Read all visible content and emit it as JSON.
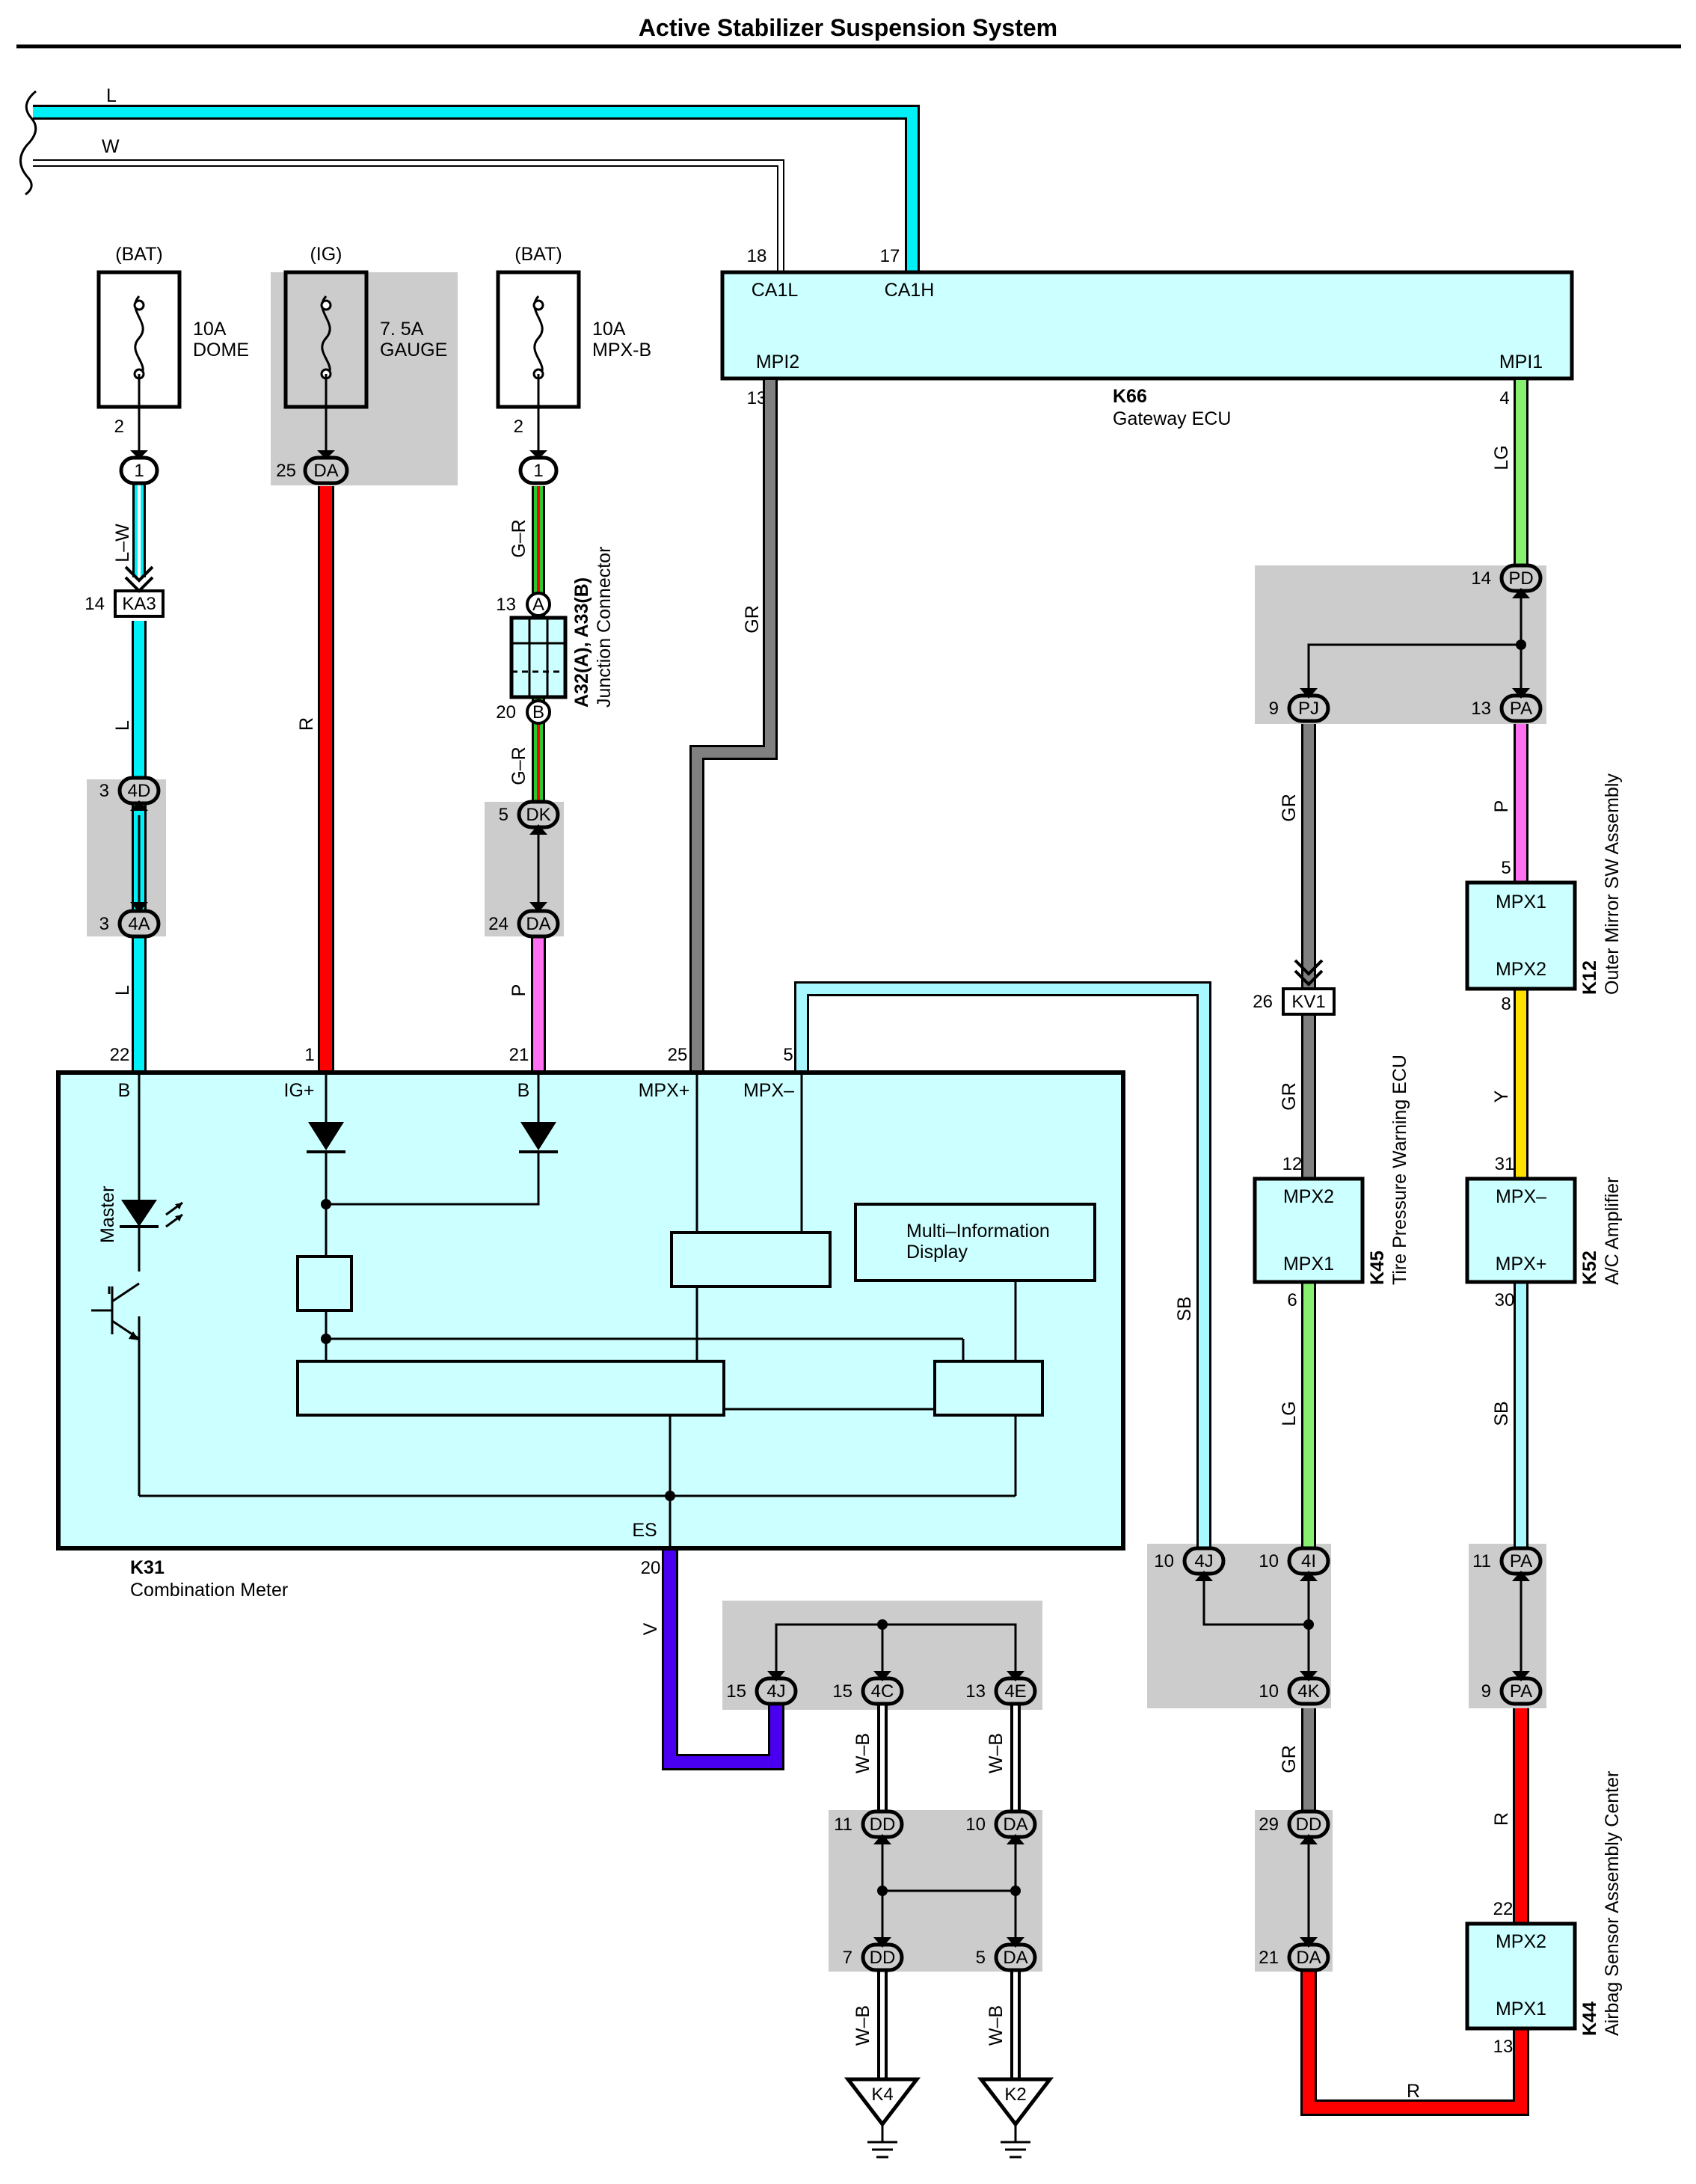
{
  "title": "Active Stabilizer Suspension System",
  "top_wires": [
    {
      "label": "L",
      "color": "#00f0f8"
    },
    {
      "label": "W",
      "color": "#ffffff"
    }
  ],
  "fuses": [
    {
      "source": "(BAT)",
      "rating": "10A",
      "name": "DOME",
      "out_pin": "2",
      "connector": "1"
    },
    {
      "source": "(IG)",
      "rating": "7. 5A",
      "name": "GAUGE",
      "out_pin": "25",
      "connector": "DA"
    },
    {
      "source": "(BAT)",
      "rating": "10A",
      "name": "MPX-B",
      "out_pin": "2",
      "connector": "1"
    }
  ],
  "gateway": {
    "id": "K66",
    "name": "Gateway ECU",
    "pins": {
      "ca1l": "CA1L",
      "ca1h": "CA1H",
      "mpi2": "MPI2",
      "mpi1": "MPI1"
    },
    "pin_nums": {
      "ca1l": "18",
      "ca1h": "17",
      "mpi2": "13",
      "mpi1": "4"
    }
  },
  "junction": {
    "id": "A32(A), A33(B)",
    "name": "Junction Connector",
    "pin_a": "13",
    "a": "A",
    "pin_b": "20",
    "b": "B"
  },
  "meter": {
    "id": "K31",
    "name": "Combination Meter",
    "pins": {
      "b1": "B",
      "igp": "IG+",
      "b2": "B",
      "mpxp": "MPX+",
      "mpxm": "MPX–",
      "es": "ES"
    },
    "pin_nums": {
      "b1": "22",
      "igp": "1",
      "b2": "21",
      "mpxp": "25",
      "mpxm": "5",
      "es": "20"
    },
    "master": "Master",
    "mid_line1": "Multi–Information",
    "mid_line2": "Display"
  },
  "connectors": {
    "ka3": {
      "pin": "14",
      "label": "KA3"
    },
    "c4d": {
      "pin": "3",
      "label": "4D"
    },
    "c4a": {
      "pin": "3",
      "label": "4A"
    },
    "dk": {
      "pin": "5",
      "label": "DK"
    },
    "da24": {
      "pin": "24",
      "label": "DA"
    },
    "pd": {
      "pin": "14",
      "label": "PD"
    },
    "pj": {
      "pin": "9",
      "label": "PJ"
    },
    "pa13": {
      "pin": "13",
      "label": "PA"
    },
    "kv1": {
      "pin": "26",
      "label": "KV1"
    },
    "j4j10": {
      "pin": "10",
      "label": "4J"
    },
    "j4i": {
      "pin": "10",
      "label": "4I"
    },
    "j4k": {
      "pin": "10",
      "label": "4K"
    },
    "pa11": {
      "pin": "11",
      "label": "PA"
    },
    "pa9": {
      "pin": "9",
      "label": "PA"
    },
    "j4j15": {
      "pin": "15",
      "label": "4J"
    },
    "c4c": {
      "pin": "15",
      "label": "4C"
    },
    "c4e": {
      "pin": "13",
      "label": "4E"
    },
    "dd11": {
      "pin": "11",
      "label": "DD"
    },
    "da10": {
      "pin": "10",
      "label": "DA"
    },
    "dd7": {
      "pin": "7",
      "label": "DD"
    },
    "da5": {
      "pin": "5",
      "label": "DA"
    },
    "dd29": {
      "pin": "29",
      "label": "DD"
    },
    "da21": {
      "pin": "21",
      "label": "DA"
    }
  },
  "wire_labels": {
    "lw": "L–W",
    "l1": "L",
    "l2": "L",
    "r1": "R",
    "gr_top": "G–R",
    "gr_mid": "G–R",
    "p1": "P",
    "gr_ecu": "GR",
    "lg_top": "LG",
    "gr_pj": "GR",
    "gr_kv1": "GR",
    "p2": "P",
    "y": "Y",
    "sb_right": "SB",
    "sb_meter": "SB",
    "lg_k45": "LG",
    "gr_low": "GR",
    "r_air": "R",
    "r_bottom": "R",
    "v": "V",
    "wb1": "W–B",
    "wb2": "W–B",
    "wb3": "W–B",
    "wb4": "W–B"
  },
  "modules": {
    "k12": {
      "id": "K12",
      "name": "Outer Mirror SW Assembly",
      "p1": "MPX1",
      "p2": "MPX2",
      "n1": "5",
      "n2": "8"
    },
    "k45": {
      "id": "K45",
      "name": "Tire Pressure Warning ECU",
      "p1": "MPX2",
      "p2": "MPX1",
      "n1": "12",
      "n2": "6"
    },
    "k52": {
      "id": "K52",
      "name": "A/C Amplifier",
      "p1": "MPX–",
      "p2": "MPX+",
      "n1": "31",
      "n2": "30"
    },
    "k44": {
      "id": "K44",
      "name": "Airbag Sensor Assembly Center",
      "p1": "MPX2",
      "p2": "MPX1",
      "n1": "22",
      "n2": "13"
    }
  },
  "grounds": [
    {
      "label": "K4"
    },
    {
      "label": "K2"
    }
  ],
  "colors": {
    "L": "#00f0f8",
    "R": "#ff0000",
    "G": "#2ec82e",
    "P": "#ff70f0",
    "GR": "#808080",
    "LG": "#88f070",
    "Y": "#ffe000",
    "SB": "#a8f8ff",
    "V": "#4a00f0",
    "box_fill": "#ccffff",
    "shade": "#cccccc"
  }
}
